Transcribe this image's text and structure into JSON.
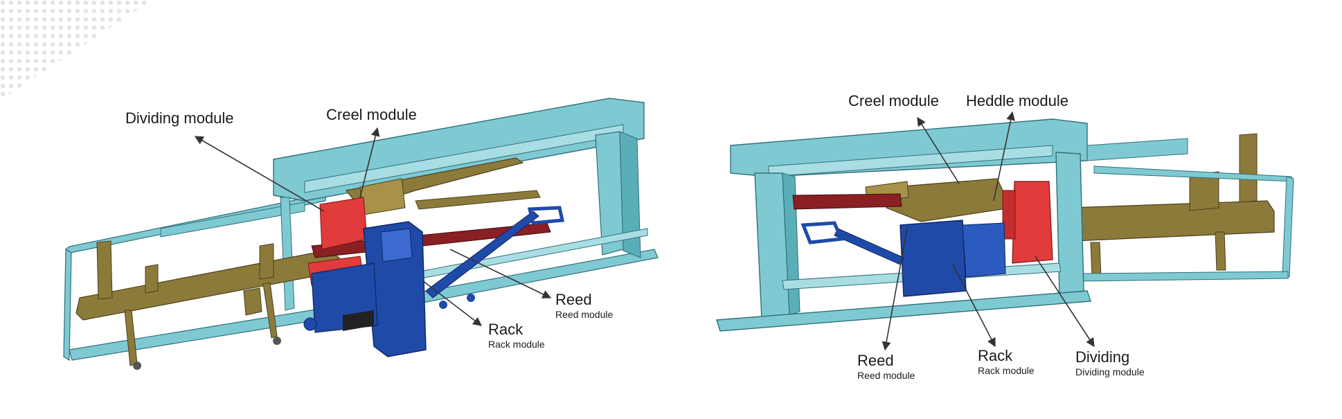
{
  "left_machine": {
    "labels": {
      "dividing": "Dividing module",
      "creel": "Creel module",
      "reed": "Reed",
      "reed_sub": "Reed module",
      "rack": "Rack",
      "rack_sub": "Rack module"
    }
  },
  "right_machine": {
    "labels": {
      "creel": "Creel module",
      "heddle": "Heddle module",
      "reed": "Reed",
      "reed_sub": "Reed module",
      "rack": "Rack",
      "rack_sub": "Rack module",
      "dividing": "Dividing",
      "dividing_sub": "Dividing module"
    }
  },
  "colors": {
    "frame": "#7fc9d3",
    "frame_edge": "#2f6f78",
    "gold": "#8c7a3a",
    "gold_edge": "#4a3f1a",
    "blue": "#1f4aa8",
    "blue_edge": "#0e2560",
    "red": "#e23b3b",
    "darkred": "#8a1f24",
    "arrow": "#333333"
  }
}
